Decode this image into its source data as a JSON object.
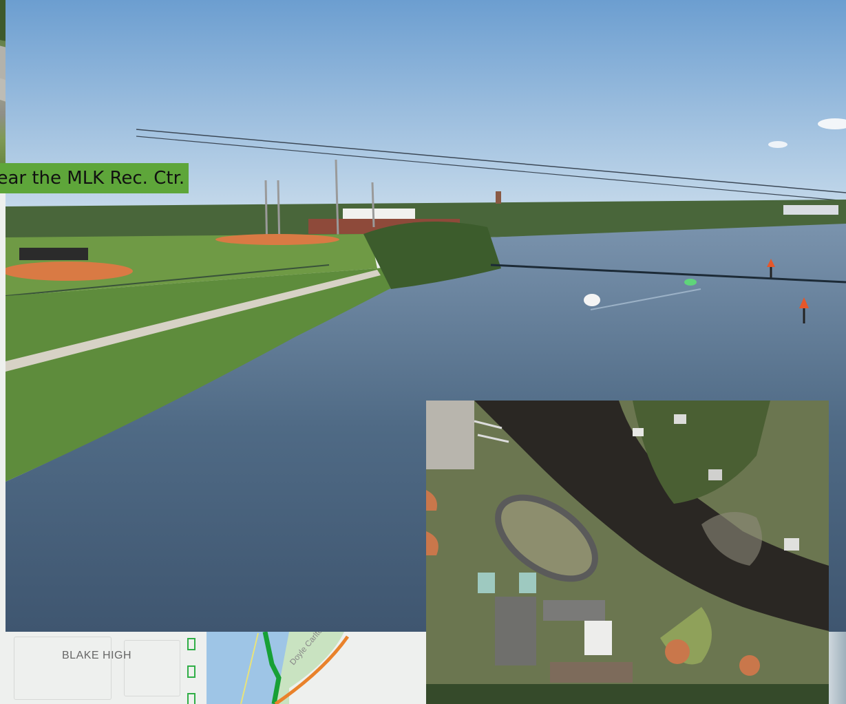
{
  "slide": {
    "caption": "Near the MLK Rec. Ctr.",
    "map_label": "BLAKE HIGH",
    "street_label": "Doyle Carlton Dr"
  },
  "colors": {
    "caption_bg": "#5ea63a",
    "river": "#4f6a85",
    "sky": "#8fb6da",
    "grass": "#5e8c3c",
    "infield": "#d97a44",
    "trail_green": "#2fae46",
    "trail_orange": "#e9822b"
  },
  "icons": {
    "sign": "pedestrian-crossing-sign-icon"
  }
}
